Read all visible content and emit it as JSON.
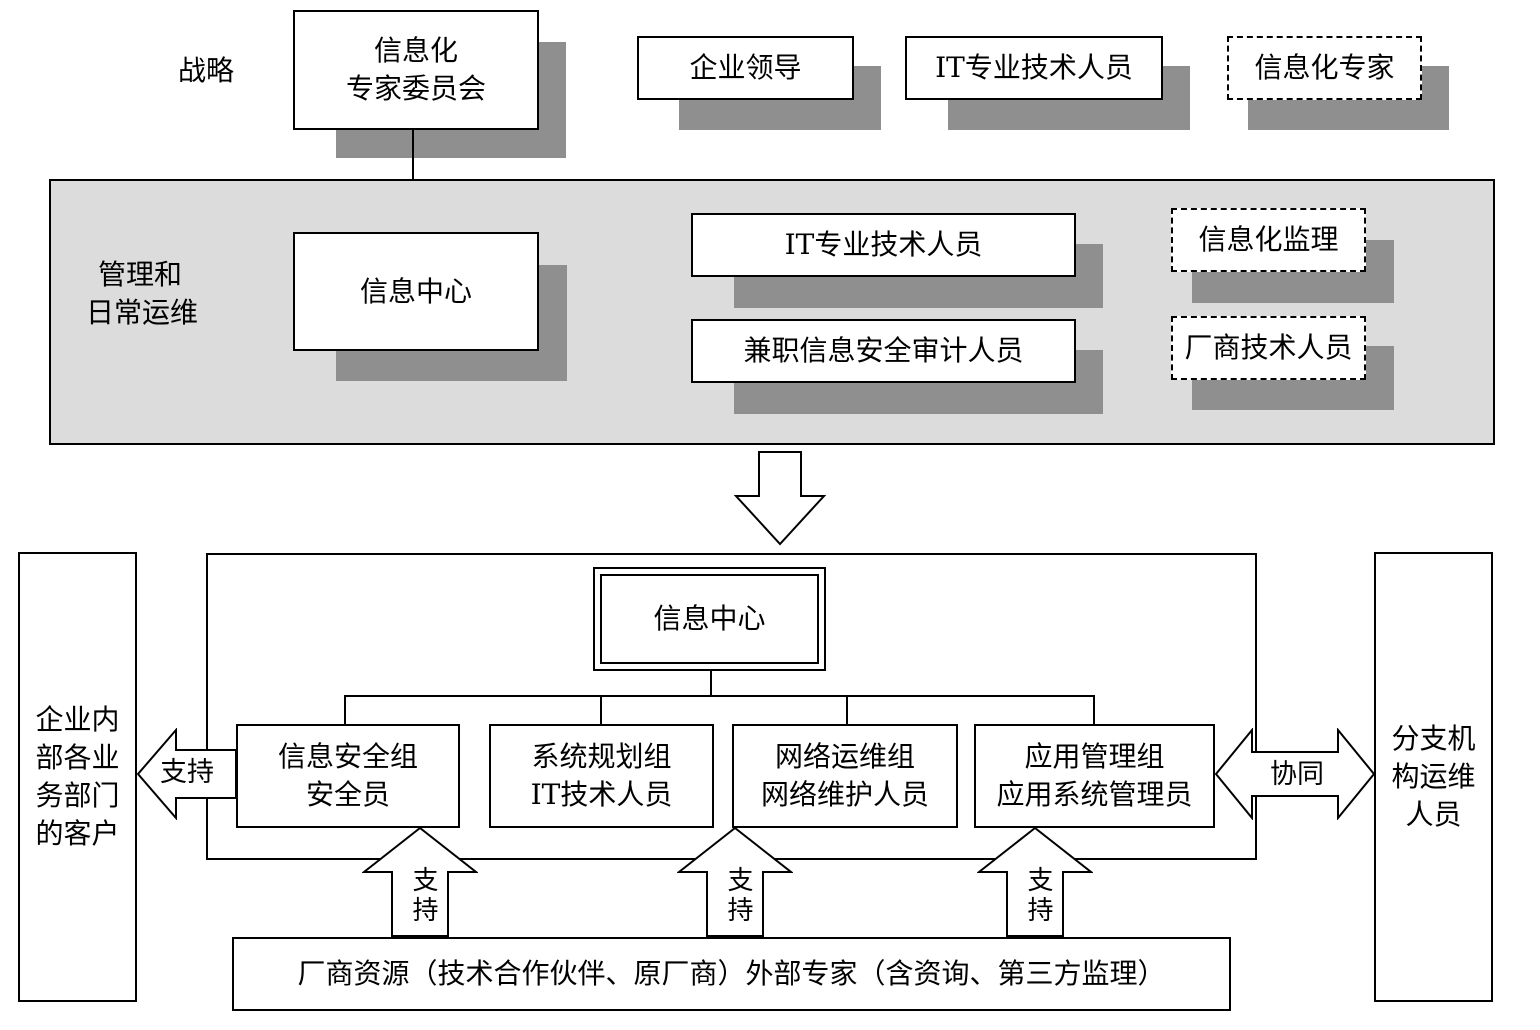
{
  "colors": {
    "panel": "#dcdcdc",
    "shadow": "#8f8f8f",
    "line": "#000000"
  },
  "strategy": {
    "label": "战略",
    "committee_line1": "信息化",
    "committee_line2": "专家委员会",
    "leaders": "企业领导",
    "it_staff": "IT专业技术人员",
    "experts": "信息化专家"
  },
  "management": {
    "label_line1": "管理和",
    "label_line2": "日常运维",
    "info_center": "信息中心",
    "it_staff": "IT专业技术人员",
    "audit_staff": "兼职信息安全审计人员",
    "supervision": "信息化监理",
    "vendor_tech": "厂商技术人员"
  },
  "org": {
    "info_center": "信息中心",
    "groups": [
      {
        "line1": "信息安全组",
        "line2": "安全员"
      },
      {
        "line1": "系统规划组",
        "line2": "IT技术人员"
      },
      {
        "line1": "网络运维组",
        "line2": "网络维护人员"
      },
      {
        "line1": "应用管理组",
        "line2": "应用系统管理员"
      }
    ]
  },
  "left_client": {
    "line1": "企业内",
    "line2": "部各业",
    "line3": "务部门",
    "line4": "的客户"
  },
  "right_branch": {
    "line1": "分支机",
    "line2": "构运维",
    "line3": "人员"
  },
  "arrows": {
    "support_left": "支持",
    "cooperate": "协同",
    "support_up": "支持"
  },
  "bottom_resource": "厂商资源（技术合作伙伴、原厂商）外部专家（含资询、第三方监理）"
}
